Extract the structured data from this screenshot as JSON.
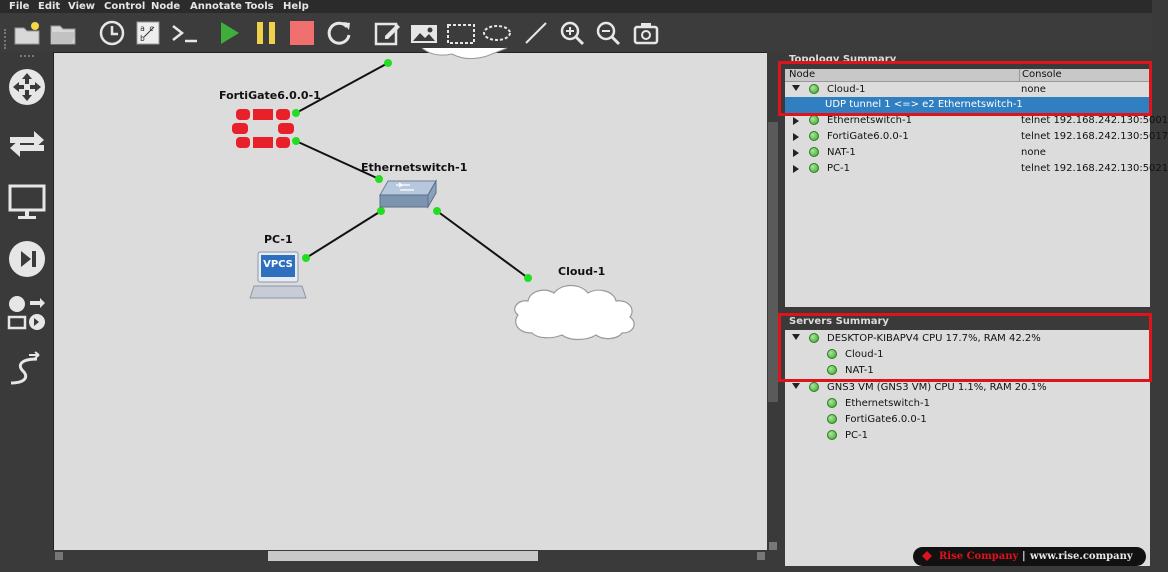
{
  "menu": [
    "File",
    "Edit",
    "View",
    "Control",
    "Node",
    "Annotate",
    "Tools",
    "Help"
  ],
  "toolbar": {
    "icons": [
      "new-project-icon",
      "open-project-icon",
      "history-icon",
      "abc-snapshot-icon",
      "console-icon",
      "start-icon",
      "pause-icon",
      "stop-icon",
      "reload-icon",
      "edit-note-icon",
      "image-icon",
      "rectangle-icon",
      "ellipse-icon",
      "line-icon",
      "zoom-in-icon",
      "zoom-out-icon",
      "screenshot-icon"
    ],
    "colors": {
      "start": "#3fae3a",
      "pause": "#f0d24a",
      "stop": "#f07070"
    }
  },
  "leftbar": [
    "routers-icon",
    "switches-icon",
    "end-devices-icon",
    "security-devices-icon",
    "all-devices-icon",
    "add-link-icon"
  ],
  "canvas": {
    "nodes": {
      "fortigate": "FortiGate6.0.0-1",
      "switch": "Ethernetswitch-1",
      "pc": "PC-1",
      "pc_badge": "VPCS",
      "cloud": "Cloud-1"
    }
  },
  "topology": {
    "title": "Topology Summary",
    "col_node": "Node",
    "col_console": "Console",
    "rows": [
      {
        "name": "Cloud-1",
        "console": "none",
        "expanded": true
      },
      {
        "name": "Ethernetswitch-1",
        "console": "telnet 192.168.242.130:5001"
      },
      {
        "name": "FortiGate6.0.0-1",
        "console": "telnet 192.168.242.130:5017"
      },
      {
        "name": "NAT-1",
        "console": "none"
      },
      {
        "name": "PC-1",
        "console": "telnet 192.168.242.130:5021"
      }
    ],
    "child": "UDP tunnel 1 <=> e2 Ethernetswitch-1"
  },
  "servers": {
    "title": "Servers Summary",
    "local": {
      "label": "DESKTOP-KIBAPV4 CPU 17.7%, RAM 42.2%",
      "children": [
        "Cloud-1",
        "NAT-1"
      ]
    },
    "vm": {
      "label": "GNS3 VM (GNS3 VM) CPU 1.1%, RAM 20.1%",
      "children": [
        "Ethernetswitch-1",
        "FortiGate6.0.0-1",
        "PC-1"
      ]
    }
  },
  "watermark": {
    "brand": "Rise Company",
    "sep": "|",
    "url": "www.rise.company"
  }
}
